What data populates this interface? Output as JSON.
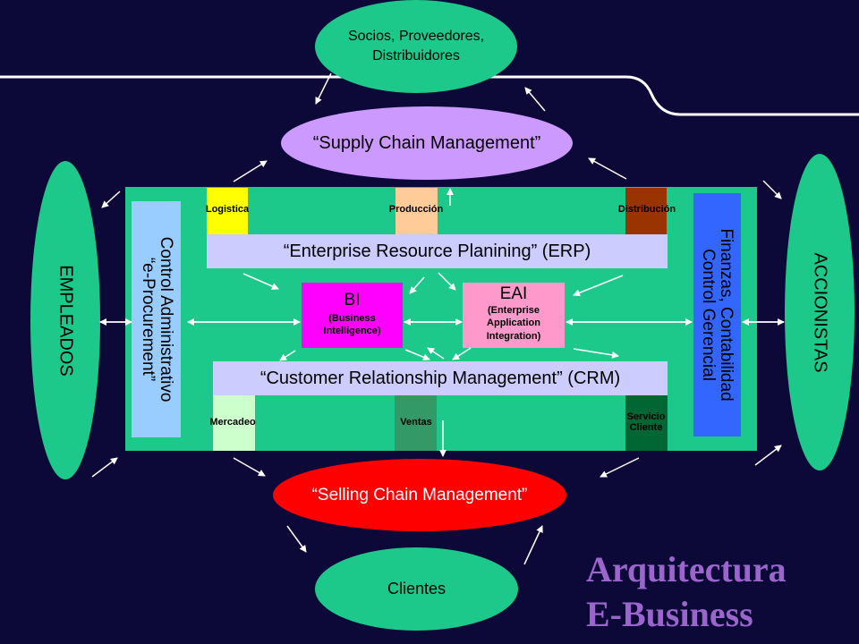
{
  "ellipses": {
    "socios": "Socios, Proveedores,\nDistribuidores",
    "supply": "“Supply Chain Management”",
    "selling": "“Selling Chain Management”",
    "clientes": "Clientes",
    "empleados": "EMPLEADOS",
    "accionistas": "ACCIONISTAS"
  },
  "top_labels": {
    "logistica": "Logistica",
    "produccion": "Producción",
    "distribucion": "Distribución"
  },
  "bottom_labels": {
    "mercadeo": "Mercadeo",
    "ventas": "Ventas",
    "servicio": "Servicio\nCliente"
  },
  "erp": "“Enterprise Resource Planining”  (ERP)",
  "crm": "“Customer Relationship Management”  (CRM)",
  "bi": {
    "title": "BI",
    "subtitle": "(Business\nIntelligence)"
  },
  "eai": {
    "title": "EAI",
    "subtitle": "(Enterprise\nApplication\nIntegration)"
  },
  "left_panel": "Control Administrativo\n“e-Procurement”",
  "right_panel": "Finanzas, Contabilidad\nControl Gerencial",
  "title": "Arquitectura\nE-Business",
  "colors": {
    "background": "#0c0838",
    "main_box": "#1dc98a",
    "ellipse_green": "#1dc98a",
    "supply": "#cc99ff",
    "selling": "#ff0000",
    "title": "#9a66cc",
    "erp_crm": "#ccccff",
    "bi": "#ff00ff",
    "eai": "#ff99cc",
    "left_panel": "#99ccff",
    "right_panel": "#3366ff"
  }
}
